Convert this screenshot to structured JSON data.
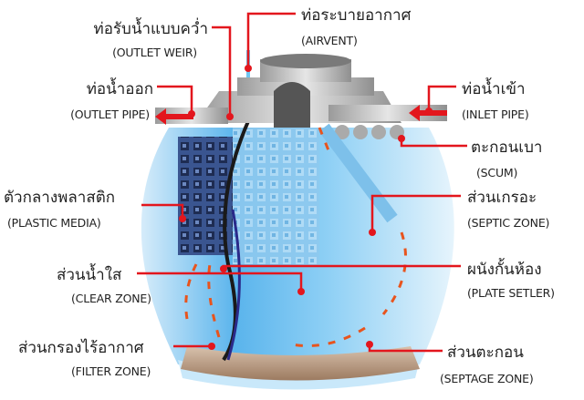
{
  "colors": {
    "accent": "#e3161d",
    "water": "#5ab4ec",
    "tank_top": "#c8c8c8",
    "sludge": "#b89a82",
    "media": "#2c3f70"
  },
  "labels": {
    "outlet_weir": {
      "th": "ท่อรับน้ำแบบคว่ำ",
      "en": "(OUTLET WEIR)"
    },
    "airvent": {
      "th": "ท่อระบายอากาศ",
      "en": "(AIRVENT)"
    },
    "outlet_pipe": {
      "th": "ท่อน้ำออก",
      "en": "(OUTLET PIPE)"
    },
    "inlet_pipe": {
      "th": "ท่อน้ำเข้า",
      "en": "(INLET PIPE)"
    },
    "scum": {
      "th": "ตะกอนเบา",
      "en": "(SCUM)"
    },
    "septic_zone": {
      "th": "ส่วนเกรอะ",
      "en": "(SEPTIC ZONE)"
    },
    "plastic_media": {
      "th": "ตัวกลางพลาสติก",
      "en": "(PLASTIC MEDIA)"
    },
    "plate_setler": {
      "th": "ผนังกั้นห้อง",
      "en": "(PLATE SETLER)"
    },
    "clear_zone": {
      "th": "ส่วนน้ำใส",
      "en": "(CLEAR ZONE)"
    },
    "filter_zone": {
      "th": "ส่วนกรองไร้อากาศ",
      "en": "(FILTER ZONE)"
    },
    "septage_zone": {
      "th": "ส่วนตะกอน",
      "en": "(SEPTAGE ZONE)"
    }
  }
}
